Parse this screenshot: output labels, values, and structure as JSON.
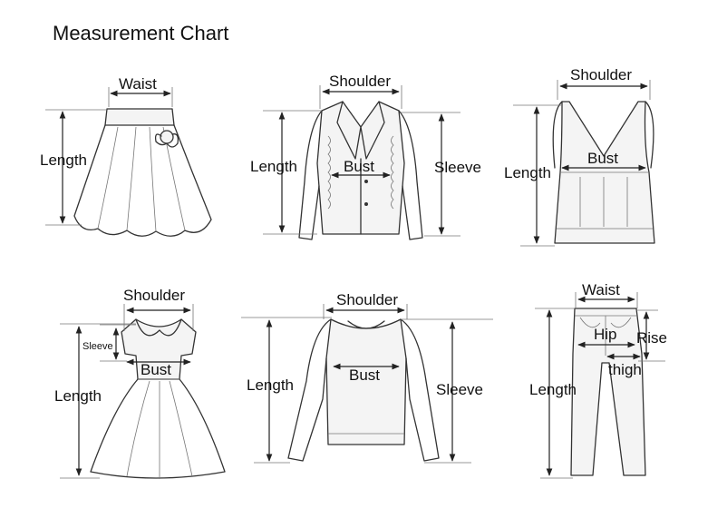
{
  "title": "Measurement Chart",
  "garments": {
    "skirt": {
      "icon": "skirt-icon",
      "labels": {
        "waist": "Waist",
        "length": "Length"
      }
    },
    "jacket": {
      "icon": "jacket-icon",
      "labels": {
        "shoulder": "Shoulder",
        "length": "Length",
        "bust": "Bust",
        "sleeve": "Sleeve"
      }
    },
    "tank_top": {
      "icon": "tank-top-icon",
      "labels": {
        "shoulder": "Shoulder",
        "length": "Length",
        "bust": "Bust"
      }
    },
    "dress": {
      "icon": "dress-icon",
      "labels": {
        "shoulder": "Shoulder",
        "sleeve": "Sleeve",
        "bust": "Bust",
        "length": "Length"
      }
    },
    "sweater": {
      "icon": "sweater-icon",
      "labels": {
        "shoulder": "Shoulder",
        "length": "Length",
        "bust": "Bust",
        "sleeve": "Sleeve"
      }
    },
    "pants": {
      "icon": "pants-icon",
      "labels": {
        "waist": "Waist",
        "hip": "Hip",
        "rise": "Rise",
        "thigh": "thigh",
        "length": "Length"
      }
    }
  }
}
